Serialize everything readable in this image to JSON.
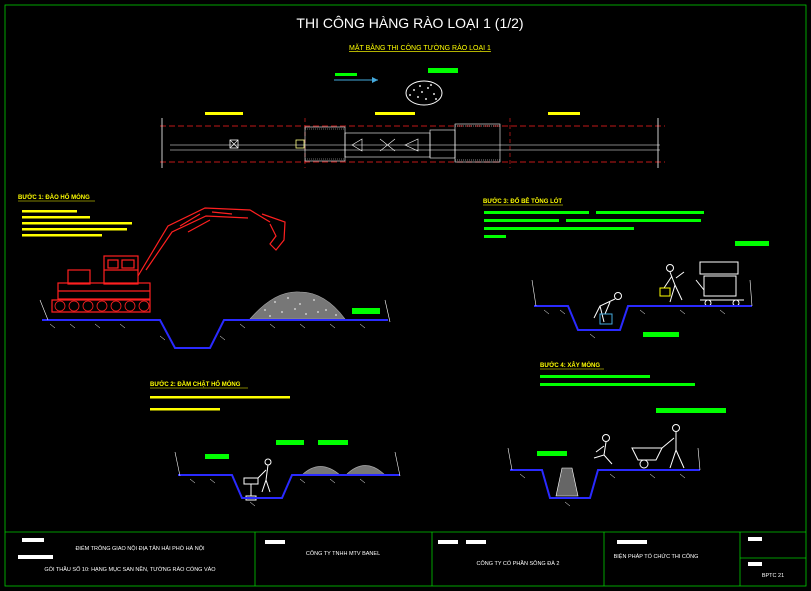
{
  "title": "THI CÔNG HÀNG RÀO LOẠI 1 (1/2)",
  "plan_heading": "MẶT BẰNG THI CÔNG TƯỜNG RÀO LOẠI 1",
  "steps": [
    {
      "heading": "BƯỚC 1: ĐÀO HỐ MÓNG"
    },
    {
      "heading": "BƯỚC 2: ĐẦM CHẶT HỐ MÓNG"
    },
    {
      "heading": "BƯỚC 3: ĐỔ BÊ TÔNG LÓT"
    },
    {
      "heading": "BƯỚC 4: XÂY MÓNG"
    }
  ],
  "title_block": {
    "project": "ĐIỂM TRÔNG GIAO NỘI ĐỊA TÂN HẢI PHÒ HÀ NỘI",
    "package": "GÓI THẦU SỐ 10: HẠNG MỤC SAN NỀN, TƯỜNG RÀO CỔNG VÀO",
    "consultant": "CÔNG TY TNHH MTV BANEL",
    "contractor": "CÔNG TY CỔ PHẦN SÔNG ĐÀ 2",
    "drawing_name": "BIỆN PHÁP TỔ CHỨC THI CÔNG",
    "sheet_no": "BPTC 21"
  },
  "colors": {
    "background": "#000000",
    "text_yellow": "#ffff00",
    "note_green": "#00ff00",
    "machine_red": "#ff2020",
    "ground_blue": "#2a2aff",
    "border_green": "#00cc00"
  }
}
